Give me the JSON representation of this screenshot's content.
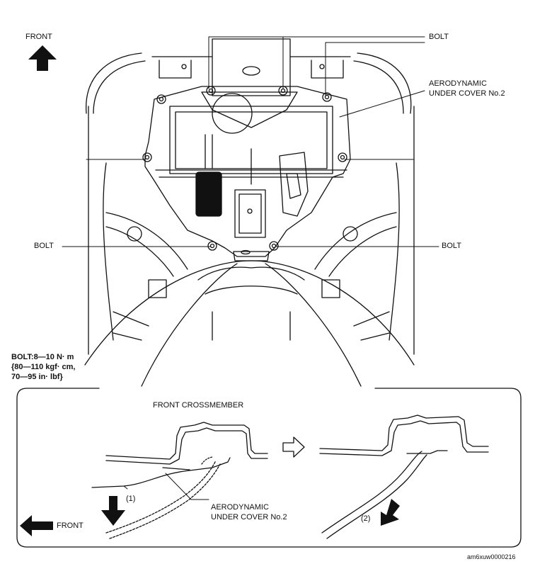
{
  "labels": {
    "front_top": "FRONT",
    "bolt_top": "BOLT",
    "aero_cover_line1": "AERODYNAMIC",
    "aero_cover_line2": "UNDER COVER No.2",
    "bolt_left": "BOLT",
    "bolt_right": "BOLT",
    "torque_line1": "BOLT:8—10  N· m",
    "torque_line2": "{80—110  kgf· cm,",
    "torque_line3": "70—95  in· lbf}",
    "front_crossmember": "FRONT CROSSMEMBER",
    "step1": "(1)",
    "step2": "(2)",
    "detail_aero_line1": "AERODYNAMIC",
    "detail_aero_line2": "UNDER COVER No.2",
    "front_bottom": "FRONT",
    "figure_id": "am6xuw0000216"
  },
  "icons": {
    "front_arrow_top": "arrow-up-icon",
    "front_arrow_bottom": "arrow-left-icon",
    "step1_arrow": "arrow-down-icon",
    "step2_arrow": "arrow-down-right-icon",
    "transition_arrow": "arrow-right-outline-icon"
  },
  "colors": {
    "ink": "#111111",
    "paper": "#ffffff"
  }
}
